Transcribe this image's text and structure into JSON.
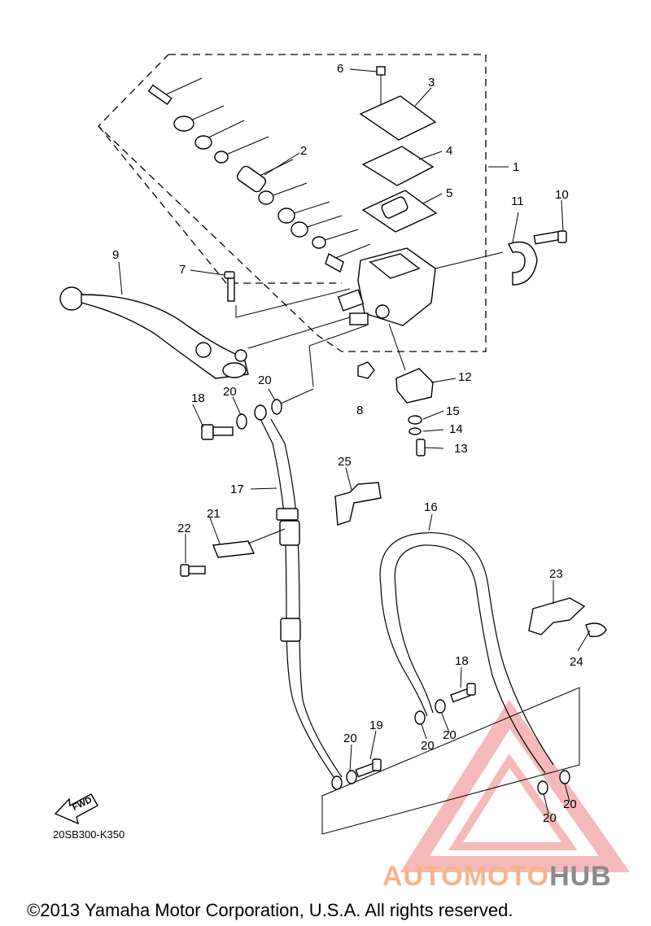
{
  "diagram": {
    "part_code": "20SB300-K350",
    "fwd_label": "FWD",
    "copyright": "©2013 Yamaha Motor Corporation, U.S.A. All rights reserved.",
    "watermark": {
      "part1": "AUTOMOTO",
      "part2": "HUB",
      "color1": "#f6b48a",
      "color2": "#8a8a8a",
      "logo_color": "#f08080"
    },
    "callouts": {
      "c1": "1",
      "c2": "2",
      "c3": "3",
      "c4": "4",
      "c5": "5",
      "c6": "6",
      "c7": "7",
      "c8": "8",
      "c9": "9",
      "c10": "10",
      "c11": "11",
      "c12": "12",
      "c13": "13",
      "c14": "14",
      "c15": "15",
      "c16": "16",
      "c17": "17",
      "c18a": "18",
      "c18b": "18",
      "c19": "19",
      "c20a": "20",
      "c20b": "20",
      "c20c": "20",
      "c20d": "20",
      "c20e": "20",
      "c20f": "20",
      "c20g": "20",
      "c21": "21",
      "c22": "22",
      "c23": "23",
      "c24": "24",
      "c25": "25"
    }
  }
}
